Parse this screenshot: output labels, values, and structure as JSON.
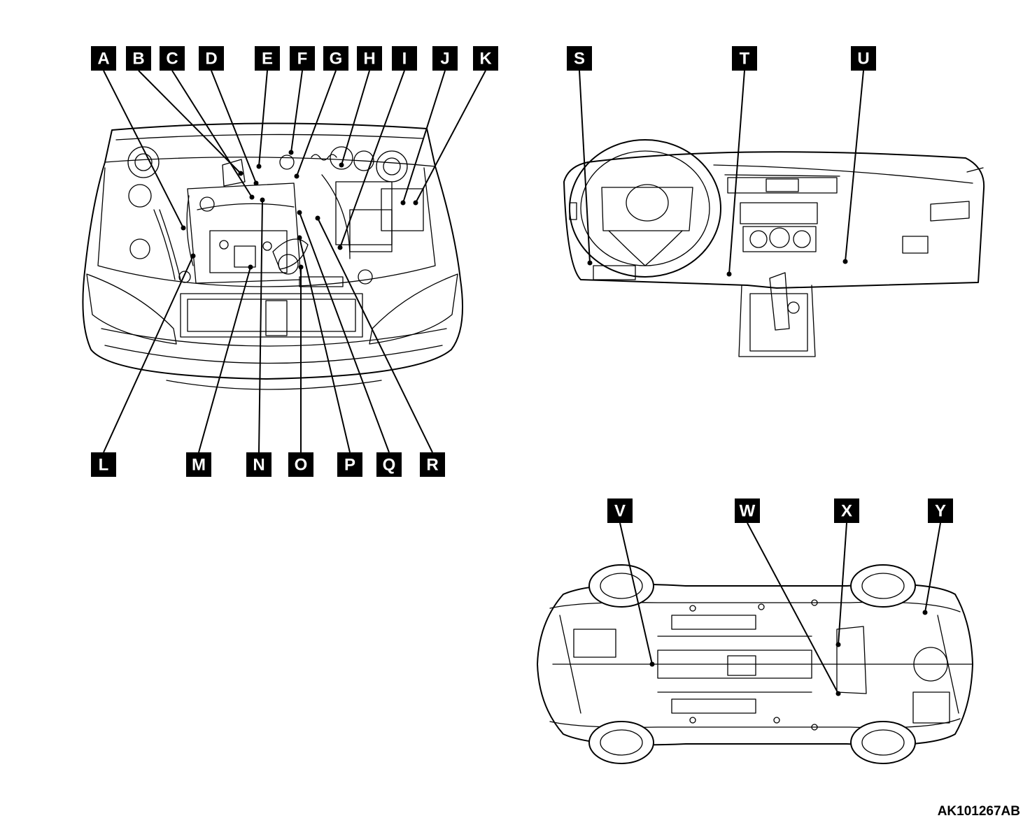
{
  "labels": {
    "A": "A",
    "B": "B",
    "C": "C",
    "D": "D",
    "E": "E",
    "F": "F",
    "G": "G",
    "H": "H",
    "I": "I",
    "J": "J",
    "K": "K",
    "L": "L",
    "M": "M",
    "N": "N",
    "O": "O",
    "P": "P",
    "Q": "Q",
    "R": "R",
    "S": "S",
    "T": "T",
    "U": "U",
    "V": "V",
    "W": "W",
    "X": "X",
    "Y": "Y"
  },
  "reference_code": "AK101267AB"
}
